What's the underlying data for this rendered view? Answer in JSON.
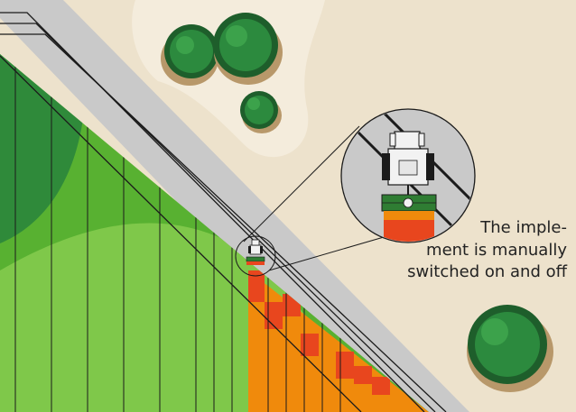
{
  "caption": {
    "lines": [
      "The imple-",
      "ment is manually",
      "switched on and off"
    ]
  },
  "colors": {
    "background_terrain": "#ede2cc",
    "terrain_light": "#f4ecdc",
    "headland_road": "#c9c9c9",
    "field_green_light": "#7fc84a",
    "field_green_mid": "#58b131",
    "field_green_dark": "#2f8a3a",
    "worked_area_orange": "#f08a0c",
    "overlap_red": "#e8461e",
    "tractor_green": "#2f7d33",
    "tree_green": "#2c8a3e",
    "tree_dark": "#1e5e2b",
    "line_color": "#1b1b1b"
  },
  "icons": {
    "tractor": "tractor-topview-icon",
    "implement": "seed-drill-implement-icon",
    "magnifier": "zoom-callout-icon"
  }
}
